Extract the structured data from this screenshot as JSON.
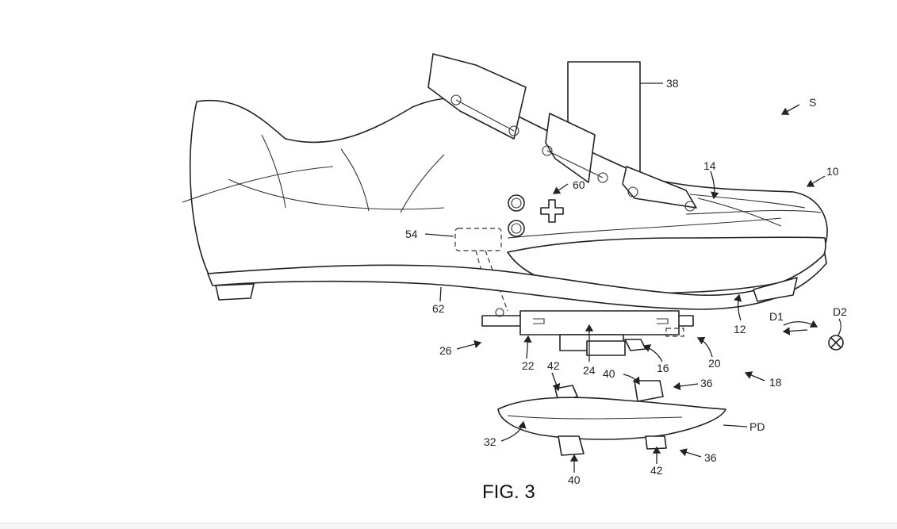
{
  "figure": {
    "caption": "FIG. 3",
    "labels": {
      "s": "S",
      "n10": "10",
      "n12": "12",
      "n14": "14",
      "n16": "16",
      "n18": "18",
      "n20": "20",
      "n22": "22",
      "n24": "24",
      "n26": "26",
      "n32": "32",
      "n36a": "36",
      "n36b": "36",
      "n38": "38",
      "n40a": "40",
      "n40b": "40",
      "n42a": "42",
      "n42b": "42",
      "n54": "54",
      "n60": "60",
      "n62": "62",
      "pd": "PD",
      "d1": "D1",
      "d2": "D2"
    }
  }
}
